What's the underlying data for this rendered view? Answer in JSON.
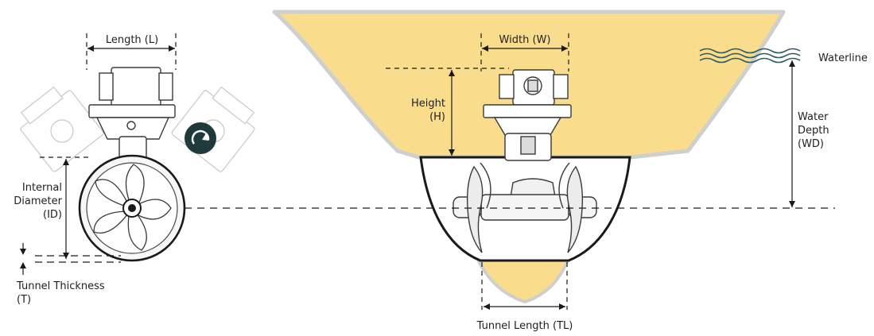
{
  "labels": {
    "length": "Length (L)",
    "width": "Width (W)",
    "waterline": "Waterline",
    "height_1": "Height",
    "height_2": "(H)",
    "water_depth_1": "Water",
    "water_depth_2": "Depth",
    "water_depth_3": "(WD)",
    "internal_diameter_1": "Internal",
    "internal_diameter_2": "Diameter",
    "internal_diameter_3": "(ID)",
    "tunnel_thickness_1": "Tunnel Thickness",
    "tunnel_thickness_2": "(T)",
    "tunnel_length": "Tunnel Length (TL)"
  },
  "icons": {
    "rotate": "rotate-arrow-icon",
    "waves": "waves-icon"
  },
  "colors": {
    "hull_fill": "#f9dd8c",
    "line": "#1a1a1a",
    "rotate_badge": "#1f3a3d",
    "waterline_wave": "#2d5c66"
  }
}
